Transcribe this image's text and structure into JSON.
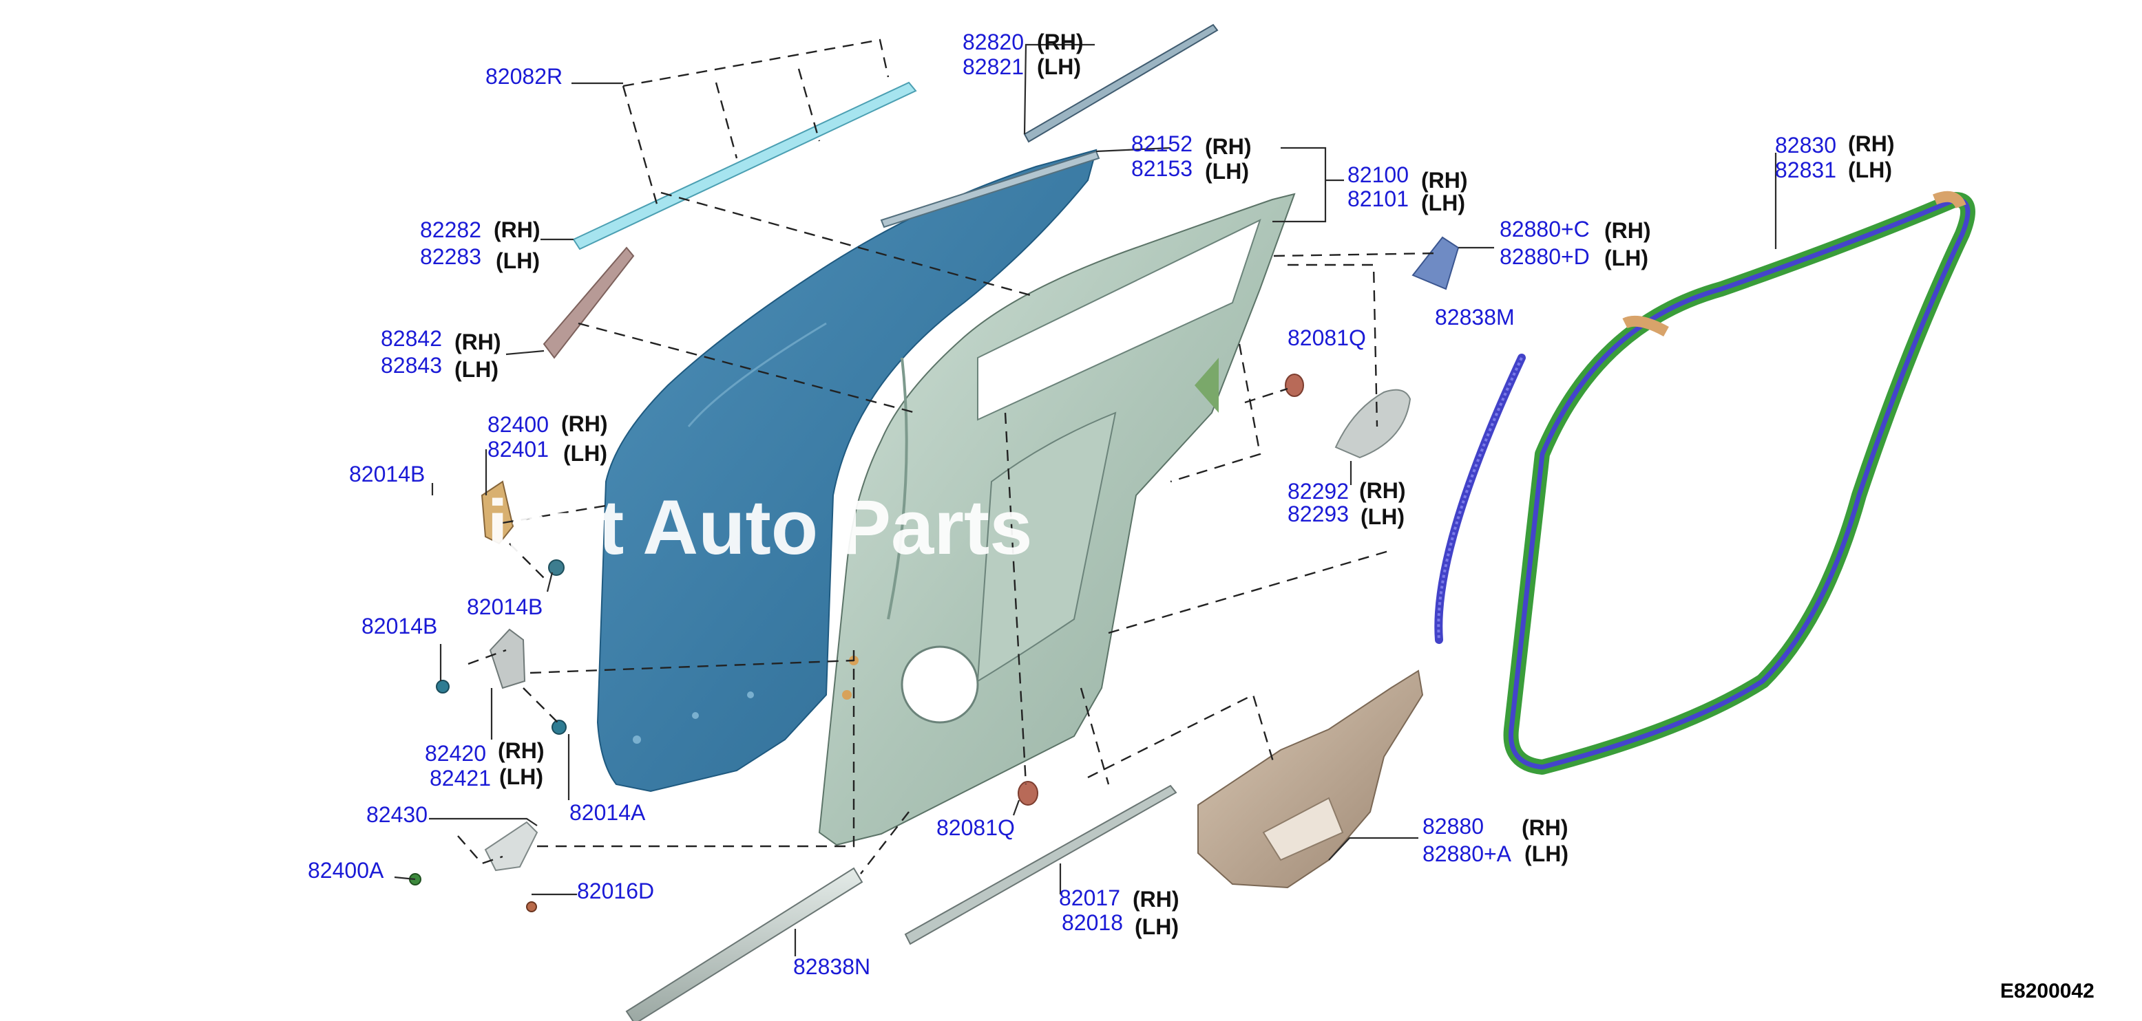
{
  "diagram": {
    "figure_id": "E8200042",
    "watermark": "Giant Auto Parts",
    "callouts": {
      "c82082R": "82082R",
      "c82820": "82820",
      "c82821": "82821",
      "c82152": "82152",
      "c82153": "82153",
      "c82100": "82100",
      "c82101": "82101",
      "c82830": "82830",
      "c82831": "82831",
      "c82282": "82282",
      "c82283": "82283",
      "c82880C": "82880+C",
      "c82880D": "82880+D",
      "c82842": "82842",
      "c82843": "82843",
      "c82838M": "82838M",
      "c82081Qa": "82081Q",
      "c82400": "82400",
      "c82401": "82401",
      "c82014Ba": "82014B",
      "c82292": "82292",
      "c82293": "82293",
      "c82014Bb": "82014B",
      "c82014Bc": "82014B",
      "c82420": "82420",
      "c82421": "82421",
      "c82014A": "82014A",
      "c82430": "82430",
      "c82081Qb": "82081Q",
      "c82880": "82880",
      "c82880A": "82880+A",
      "c82400A": "82400A",
      "c82016D": "82016D",
      "c82017": "82017",
      "c82018": "82018",
      "c82838N": "82838N"
    },
    "side_labels": {
      "rh": "(RH)",
      "lh": "(LH)"
    }
  }
}
